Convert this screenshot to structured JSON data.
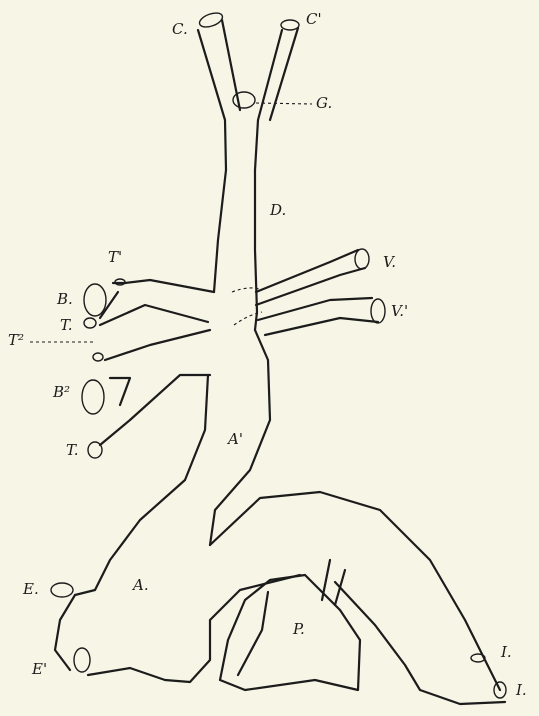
{
  "labels": {
    "C": "C.",
    "C2": "C'",
    "G": "G.",
    "D": "D.",
    "T1": "T'",
    "B": "B.",
    "T_upper": "T.",
    "T2": "T²",
    "B2": "B²",
    "T_lower": "T.",
    "V": "V.",
    "V2": "V.'",
    "A1": "A'",
    "A": "A.",
    "E": "E.",
    "E2": "E'",
    "P": "P.",
    "I_upper": "I.",
    "I_lower": "I."
  }
}
